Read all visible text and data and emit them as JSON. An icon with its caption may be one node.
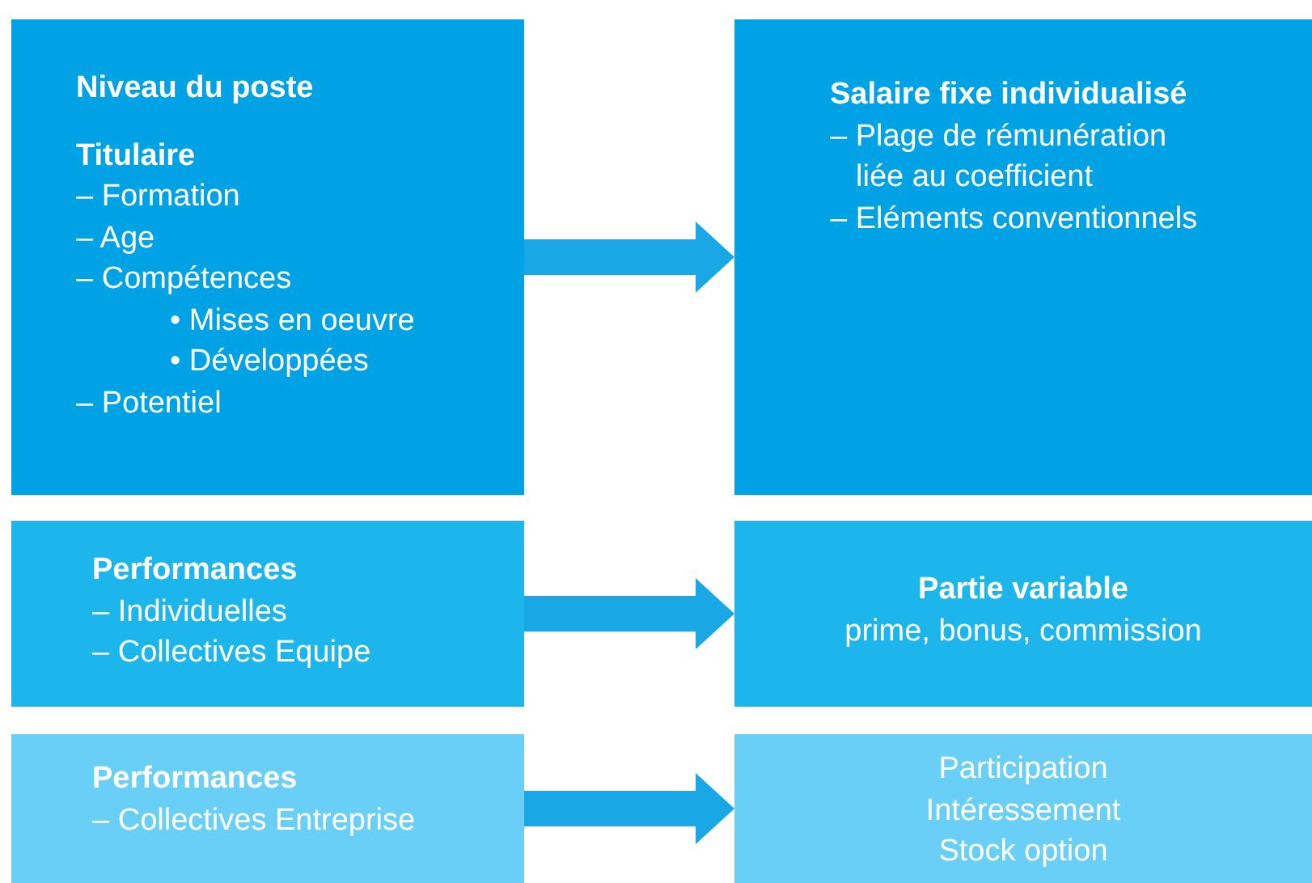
{
  "diagram": {
    "nodes": [
      {
        "text": [
          "Niveau du poste",
          "Titulaire",
          "– Formation",
          "– Age",
          "– Compétences",
          "• Mises en oeuvre",
          "• Développées",
          "– Potentiel"
        ]
      },
      {
        "text": [
          "Salaire fixe individualisé",
          "– Plage de rémunération liée au coefficient",
          "– Eléments conventionnels"
        ]
      },
      {
        "text": [
          "Performances",
          "– Individuelles",
          "– Collectives Equipe"
        ]
      },
      {
        "text": [
          "Partie variable",
          "prime, bonus, commission"
        ]
      },
      {
        "text": [
          "Performances",
          "– Collectives Entreprise"
        ]
      },
      {
        "text": [
          "Participation",
          "Intéressement",
          "Stock option"
        ]
      }
    ],
    "edges": [
      {
        "from": 0,
        "to": 1,
        "arrow": "to"
      },
      {
        "from": 2,
        "to": 3,
        "arrow": "to"
      },
      {
        "from": 4,
        "to": 5,
        "arrow": "to"
      }
    ]
  }
}
